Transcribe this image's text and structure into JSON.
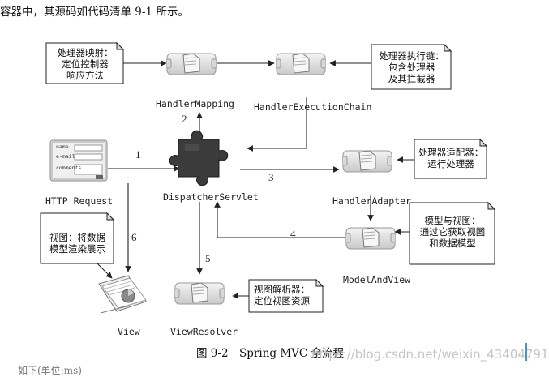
{
  "intro_text": "容器中，其源码如代码清单 9-1 所示。",
  "nodes": {
    "handler_mapping": "HandlerMapping",
    "handler_execution_chain": "HandlerExecutionChain",
    "http_request": "HTTP Request",
    "dispatcher_servlet": "DispatcherServlet",
    "handler_adapter": "HandlerAdapter",
    "model_and_view": "ModelAndView",
    "view": "View",
    "view_resolver": "ViewResolver"
  },
  "form_fields": [
    "name",
    "e-mail",
    "comments"
  ],
  "notes": {
    "mapping": [
      "处理器映射：",
      "定位控制器",
      "响应方法"
    ],
    "chain": [
      "处理器执行链：",
      "包含处理器",
      "及其拦截器"
    ],
    "adapter": [
      "处理器适配器：",
      "运行处理器"
    ],
    "model_view": [
      "模型与视图：",
      "通过它获取视图",
      "和数据模型"
    ],
    "view": [
      "视图：将数据",
      "模型渲染展示"
    ],
    "resolver": [
      "视图解析器：",
      "定位视图资源"
    ]
  },
  "steps": [
    "1",
    "2",
    "3",
    "4",
    "5",
    "6"
  ],
  "caption": "图 9-2　Spring MVC 全流程",
  "watermark": "https://blog.csdn.net/weixin_43404791",
  "bottom_fragment": "如下(单位:ms)",
  "colors": {
    "puzzle_dark": "#3d3d3d",
    "arrow": "#222222",
    "note_fold": "#cfcfcf",
    "accent": "#4a90d9"
  }
}
